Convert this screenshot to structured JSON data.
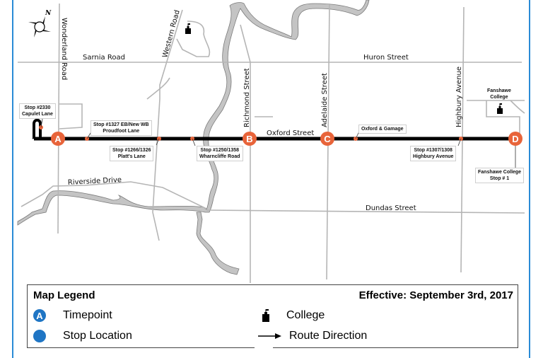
{
  "map": {
    "compass_label": "N",
    "roads": {
      "wonderland": "Wonderland Road",
      "western": "Western Road",
      "sarnia": "Sarnia Road",
      "huron": "Huron Street",
      "richmond": "Richmond Street",
      "adelaide": "Adelaide Street",
      "highbury": "Highbury Avenue",
      "oxford": "Oxford Street",
      "riverside": "Riverside Drive",
      "dundas": "Dundas Street"
    },
    "timepoints": [
      {
        "letter": "A"
      },
      {
        "letter": "B"
      },
      {
        "letter": "C"
      },
      {
        "letter": "D"
      }
    ],
    "stops": [
      {
        "line1": "Stop #2330",
        "line2": "Capulet Lane"
      },
      {
        "line1": "Stop #1327 EB/New WB",
        "line2": "Proudfoot Lane"
      },
      {
        "line1": "Stop #1266/1326",
        "line2": "Platt's Lane"
      },
      {
        "line1": "Stop #1250/1358",
        "line2": "Wharncliffe Road"
      },
      {
        "line1": "Oxford & Gamage",
        "line2": ""
      },
      {
        "line1": "Stop #1307/1308",
        "line2": "Highbury Avenue"
      },
      {
        "line1": "Fanshawe College",
        "line2": "Stop # 1"
      }
    ],
    "college_label": {
      "line1": "Fanshawe",
      "line2": "College"
    },
    "colors": {
      "timepoint": "#e8643a",
      "route": "#000000",
      "road": "#b5b5b5",
      "river_fill": "#c4c4c4",
      "frame": "#2a8bd6",
      "legend_circle": "#1f75c4"
    }
  },
  "legend": {
    "title": "Map Legend",
    "effective": "Effective: September 3rd, 2017",
    "items": [
      {
        "icon": "timepoint-circle",
        "letter": "A",
        "label": "Timepoint"
      },
      {
        "icon": "stop-circle",
        "label": "Stop Location"
      },
      {
        "icon": "college-icon",
        "label": "College"
      },
      {
        "icon": "arrow-right-icon",
        "label": "Route Direction"
      }
    ]
  }
}
